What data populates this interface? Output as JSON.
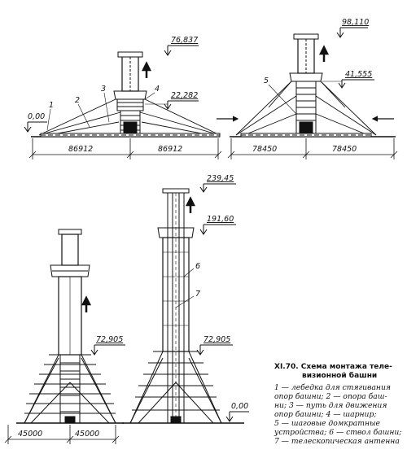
{
  "figure": {
    "caption_number": "XI.70.",
    "caption_title_line1": "Схема монтажа теле-",
    "caption_title_line2": "визионной башни",
    "legend_lines": [
      "1 — лебедка для стягивания",
      "опор башни; 2 — опора баш-",
      "ни; 3 — путь для движения",
      "опор башни; 4 — шарнир;",
      "5 — шаговые домкратные",
      "устройства; 6 — ствол башни;",
      "7 — телескопическая антенна"
    ]
  },
  "stage1": {
    "mark_top": "76,837",
    "mark_hinge": "22,282",
    "mark_ground": "0,00",
    "label_1": "1",
    "label_2": "2",
    "label_3": "3",
    "label_4": "4",
    "dim_left": "86912",
    "dim_right": "86912"
  },
  "stage2": {
    "mark_top": "98,110",
    "mark_mid": "41,555",
    "label_5": "5",
    "dim_left": "78450",
    "dim_right": "78450"
  },
  "stage3": {
    "mark_base": "72,905",
    "dim_left": "45000",
    "dim_right": "45000"
  },
  "stage4": {
    "mark_top": "239,45",
    "mark_mid": "191,60",
    "mark_base": "72,905",
    "mark_ground": "0,00",
    "label_6": "6",
    "label_7": "7"
  }
}
